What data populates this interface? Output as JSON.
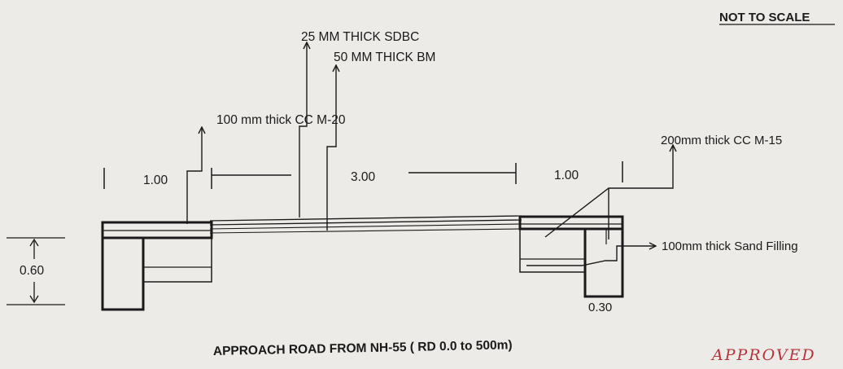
{
  "notes": {
    "scale": "NOT TO SCALE"
  },
  "labels": {
    "sdbc": "25 MM THICK SDBC",
    "bm": "50 MM THICK BM",
    "cc_m20": "100 mm thick CC M-20",
    "cc_m15": "200mm thick CC M-15",
    "sand": "100mm thick Sand Filling"
  },
  "dimensions": {
    "left_width": "1.00",
    "middle_width": "3.00",
    "right_width": "1.00",
    "depth": "0.60",
    "toe_width": "0.30"
  },
  "caption": "APPROACH ROAD FROM NH-55 ( RD 0.0 to 500m)",
  "stamp": "APPROVED",
  "colors": {
    "ink": "#1a1a1a",
    "paper": "#ecebe8",
    "stamp": "#b8323a"
  }
}
